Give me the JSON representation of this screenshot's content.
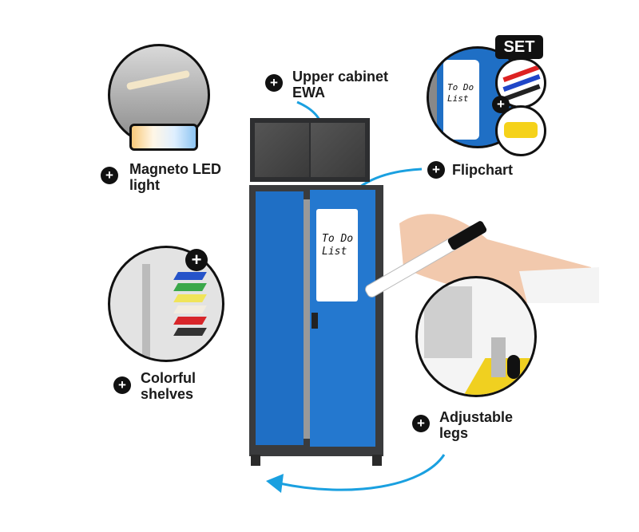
{
  "features": {
    "led": {
      "label_line1": "Magneto LED",
      "label_line2": "light"
    },
    "upper": {
      "label_line1": "Upper cabinet",
      "label_line2": "EWA"
    },
    "flipchart": {
      "label": "Flipchart",
      "badge": "SET",
      "board_text_1": "To Do",
      "board_text_2": "List"
    },
    "shelves": {
      "label_line1": "Colorful",
      "label_line2": "shelves"
    },
    "legs": {
      "label_line1": "Adjustable",
      "label_line2": "legs"
    }
  },
  "cabinet": {
    "board_text_1": "To Do",
    "board_text_2": "List"
  },
  "plus_symbol": "+",
  "colors": {
    "door_blue": "#1f6fc5",
    "body_dark": "#3a3b3d",
    "arrow_blue": "#1aa0e0"
  }
}
